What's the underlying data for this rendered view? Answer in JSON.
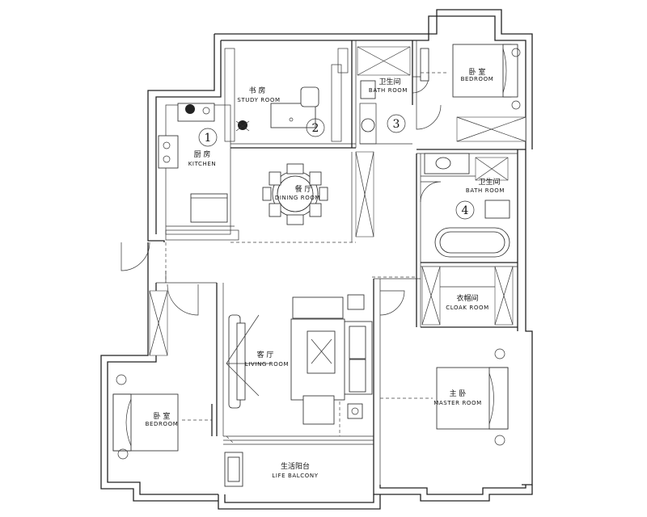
{
  "rooms": {
    "kitchen": {
      "cn": "厨 房",
      "en": "KITCHEN",
      "num": "1"
    },
    "study": {
      "cn": "书 房",
      "en": "STUDY ROOM",
      "num": "2"
    },
    "bath_top": {
      "cn": "卫生间",
      "en": "BATH ROOM",
      "num": "3"
    },
    "bedroom_top": {
      "cn": "卧 室",
      "en": "BEDROOM"
    },
    "dining": {
      "cn": "餐 厅",
      "en": "DINING ROOM"
    },
    "bath_mid": {
      "cn": "卫生间",
      "en": "BATH ROOM",
      "num": "4"
    },
    "cloak": {
      "cn": "衣帽间",
      "en": "CLOAK ROOM"
    },
    "living": {
      "cn": "客 厅",
      "en": "LIVING ROOM"
    },
    "master": {
      "cn": "主 卧",
      "en": "MASTER ROOM"
    },
    "bedroom_left": {
      "cn": "卧 室",
      "en": "BEDROOM"
    },
    "balcony": {
      "cn": "生活阳台",
      "en": "LIFE BALCONY"
    }
  }
}
